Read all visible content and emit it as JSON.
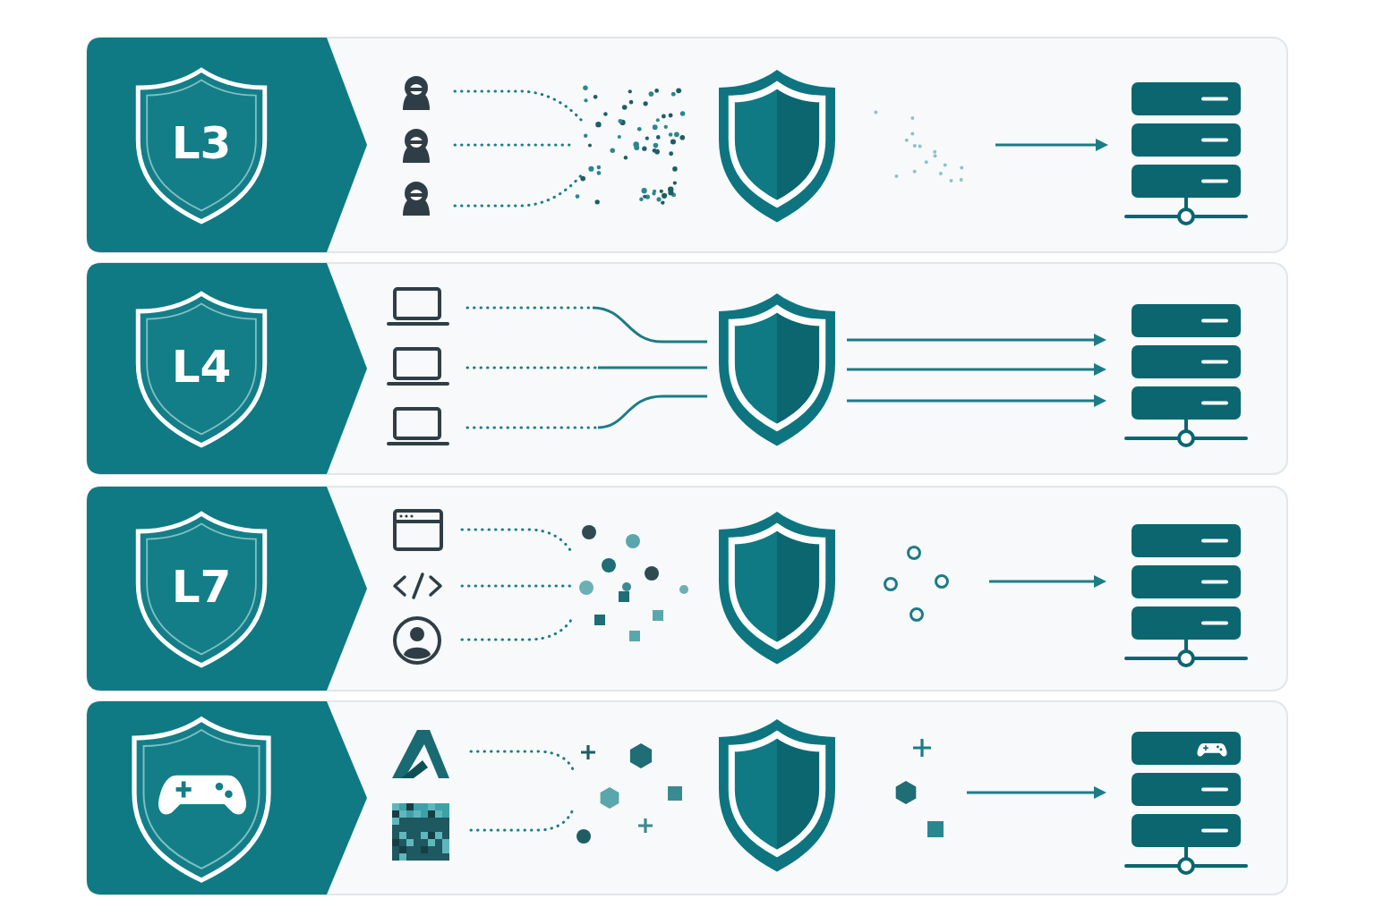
{
  "diagram": {
    "nodes": [
      {
        "text": [
          "L3"
        ]
      },
      {
        "text": [
          "L4"
        ]
      },
      {
        "text": [
          "L7"
        ]
      }
    ]
  }
}
